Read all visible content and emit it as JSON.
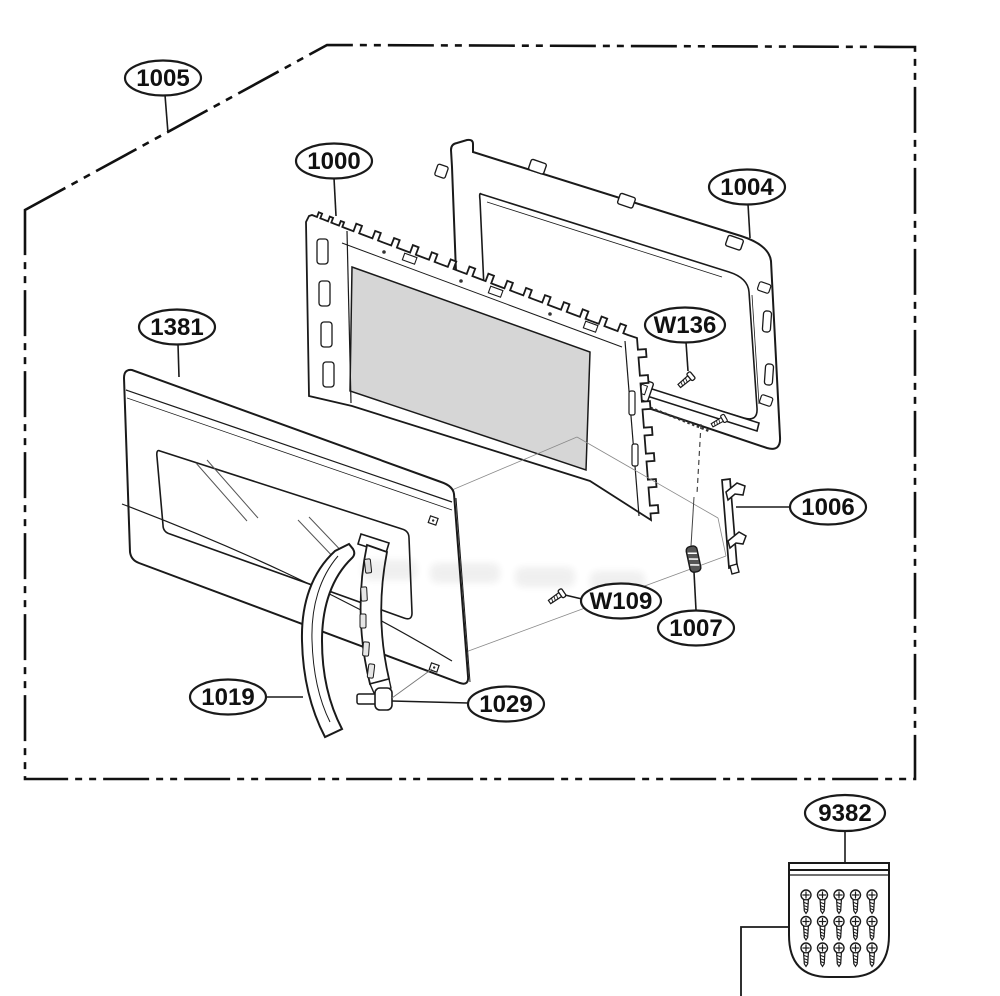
{
  "diagram": {
    "type": "exploded-parts-diagram",
    "callouts": [
      {
        "id": "1005",
        "text": "1005"
      },
      {
        "id": "1000",
        "text": "1000"
      },
      {
        "id": "1004",
        "text": "1004"
      },
      {
        "id": "1381",
        "text": "1381"
      },
      {
        "id": "W136",
        "text": "W136"
      },
      {
        "id": "1006",
        "text": "1006"
      },
      {
        "id": "1007",
        "text": "1007"
      },
      {
        "id": "W109",
        "text": "W109"
      },
      {
        "id": "1019",
        "text": "1019"
      },
      {
        "id": "1029",
        "text": "1029"
      },
      {
        "id": "9382",
        "text": "9382"
      }
    ],
    "screw_bag": {
      "label": "9382",
      "screw_count": 15,
      "rows": 3,
      "cols": 5
    },
    "colors": {
      "line": "#1a1a1a",
      "glass": "#d6d6d6",
      "background": "#ffffff"
    }
  }
}
